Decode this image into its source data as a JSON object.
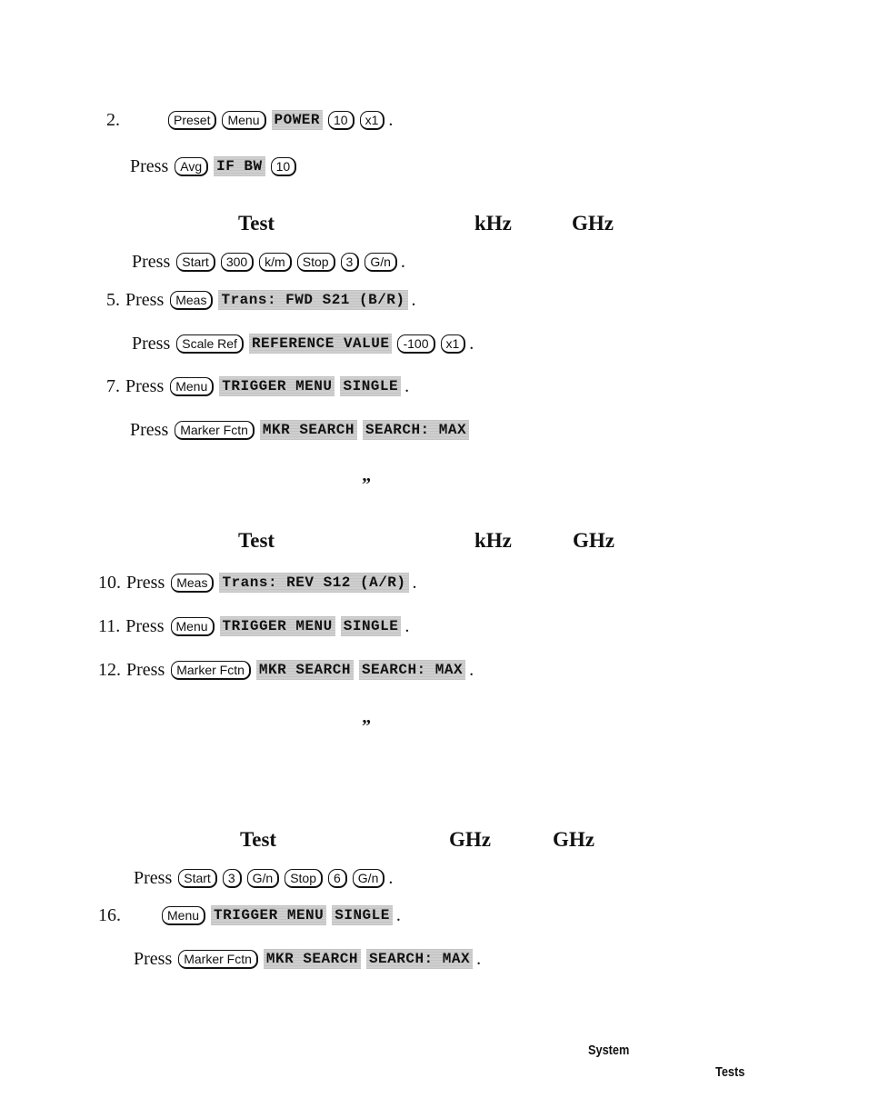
{
  "lines": {
    "l1": {
      "num": "2.",
      "k1": "Preset",
      "k2": "Menu",
      "s1": "POWER",
      "k3": "10",
      "k4": "x1",
      "end": "."
    },
    "l2": {
      "press": "Press",
      "k1": "Avg",
      "s1": "IF BW",
      "k2": "10"
    },
    "l3": {
      "press": "Press",
      "k1": "Start",
      "k2": "300",
      "k3": "k/m",
      "k4": "Stop",
      "k5": "3",
      "k6": "G/n",
      "end": "."
    },
    "l4": {
      "num": "5.",
      "press": "Press",
      "k1": "Meas",
      "s1": "Trans: FWD S21 (B/R)",
      "end": "."
    },
    "l5": {
      "press": "Press",
      "k1": "Scale Ref",
      "s1": "REFERENCE VALUE",
      "k2": "-100",
      "k3": "x1",
      "end": "."
    },
    "l6": {
      "num": "7.",
      "press": "Press",
      "k1": "Menu",
      "s1": "TRIGGER MENU",
      "s2": "SINGLE",
      "end": "."
    },
    "l7": {
      "press": "Press",
      "k1": "Marker Fctn",
      "s1": "MKR SEARCH",
      "s2": "SEARCH: MAX"
    },
    "l8": {
      "num": "10.",
      "press": "Press",
      "k1": "Meas",
      "s1": "Trans: REV S12 (A/R)",
      "end": "."
    },
    "l9": {
      "num": "11.",
      "press": "Press",
      "k1": "Menu",
      "s1": "TRIGGER MENU",
      "s2": "SINGLE",
      "end": "."
    },
    "l10": {
      "num": "12.",
      "press": "Press",
      "k1": "Marker Fctn",
      "s1": "MKR SEARCH",
      "s2": "SEARCH: MAX",
      "end": "."
    },
    "l11": {
      "press": "Press",
      "k1": "Start",
      "k2": "3",
      "k3": "G/n",
      "k4": "Stop",
      "k5": "6",
      "k6": "G/n",
      "end": "."
    },
    "l12": {
      "num": "16.",
      "k1": "Menu",
      "s1": "TRIGGER MENU",
      "s2": "SINGLE",
      "end": "."
    },
    "l13": {
      "press": "Press",
      "k1": "Marker Fctn",
      "s1": "MKR SEARCH",
      "s2": "SEARCH: MAX",
      "end": "."
    }
  },
  "fragments": {
    "test1": "Test",
    "khz1": "kHz",
    "ghz1": "GHz",
    "quote1": "”",
    "test2": "Test",
    "khz2": "kHz",
    "ghz2": "GHz",
    "quote2": "”",
    "test3": "Test",
    "ghz3a": "GHz",
    "ghz3b": "GHz"
  },
  "footer": {
    "system": "System",
    "tests": "Tests"
  }
}
